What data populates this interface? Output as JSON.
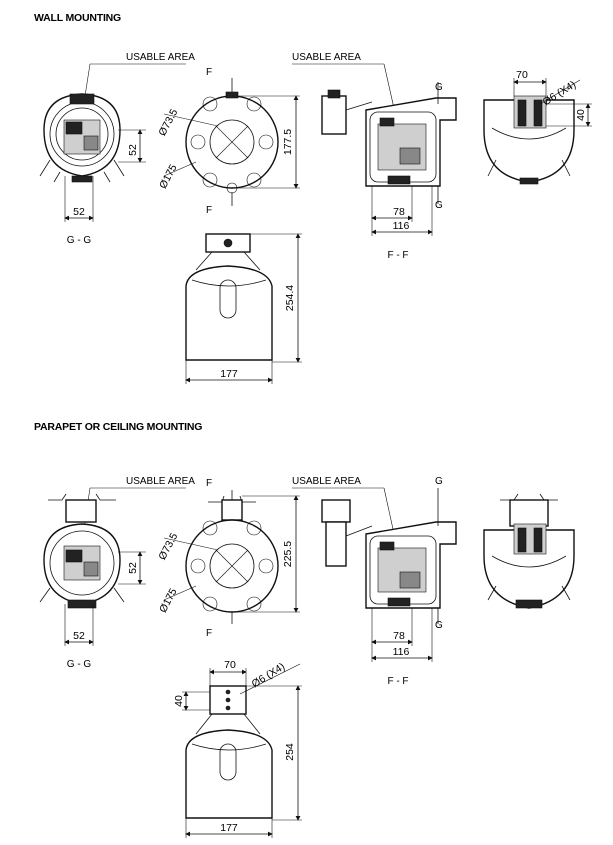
{
  "sections": {
    "wall": "WALL MOUNTING",
    "parapet": "PARAPET OR CEILING MOUNTING"
  },
  "wall": {
    "usable_area_left": "USABLE AREA",
    "usable_area_right": "USABLE AREA",
    "view_gg": "G - G",
    "view_ff": "F - F",
    "dim_52_v": "52",
    "dim_52_h": "52",
    "dim_735": "Ø73.5",
    "dim_175": "Ø175",
    "dim_1775": "177.5",
    "f_top": "F",
    "f_bottom": "F",
    "g_top": "G",
    "g_bottom": "G",
    "dim_78": "78",
    "dim_116": "116",
    "dim_70": "70",
    "dim_holes": "Ø6 (X4)",
    "dim_40": "40",
    "dim_2544": "254.4",
    "dim_177": "177"
  },
  "parapet": {
    "usable_area_left": "USABLE AREA",
    "usable_area_right": "USABLE AREA",
    "view_gg": "G - G",
    "view_ff": "F - F",
    "dim_52_v": "52",
    "dim_52_h": "52",
    "dim_735": "Ø73.5",
    "dim_175": "Ø175",
    "dim_2255": "225.5",
    "f_top": "F",
    "f_bottom": "F",
    "g_top": "G",
    "g_bottom": "G",
    "dim_78": "78",
    "dim_116": "116",
    "dim_70": "70",
    "dim_holes": "Ø6 (X4)",
    "dim_40": "40",
    "dim_254": "254",
    "dim_177": "177"
  }
}
